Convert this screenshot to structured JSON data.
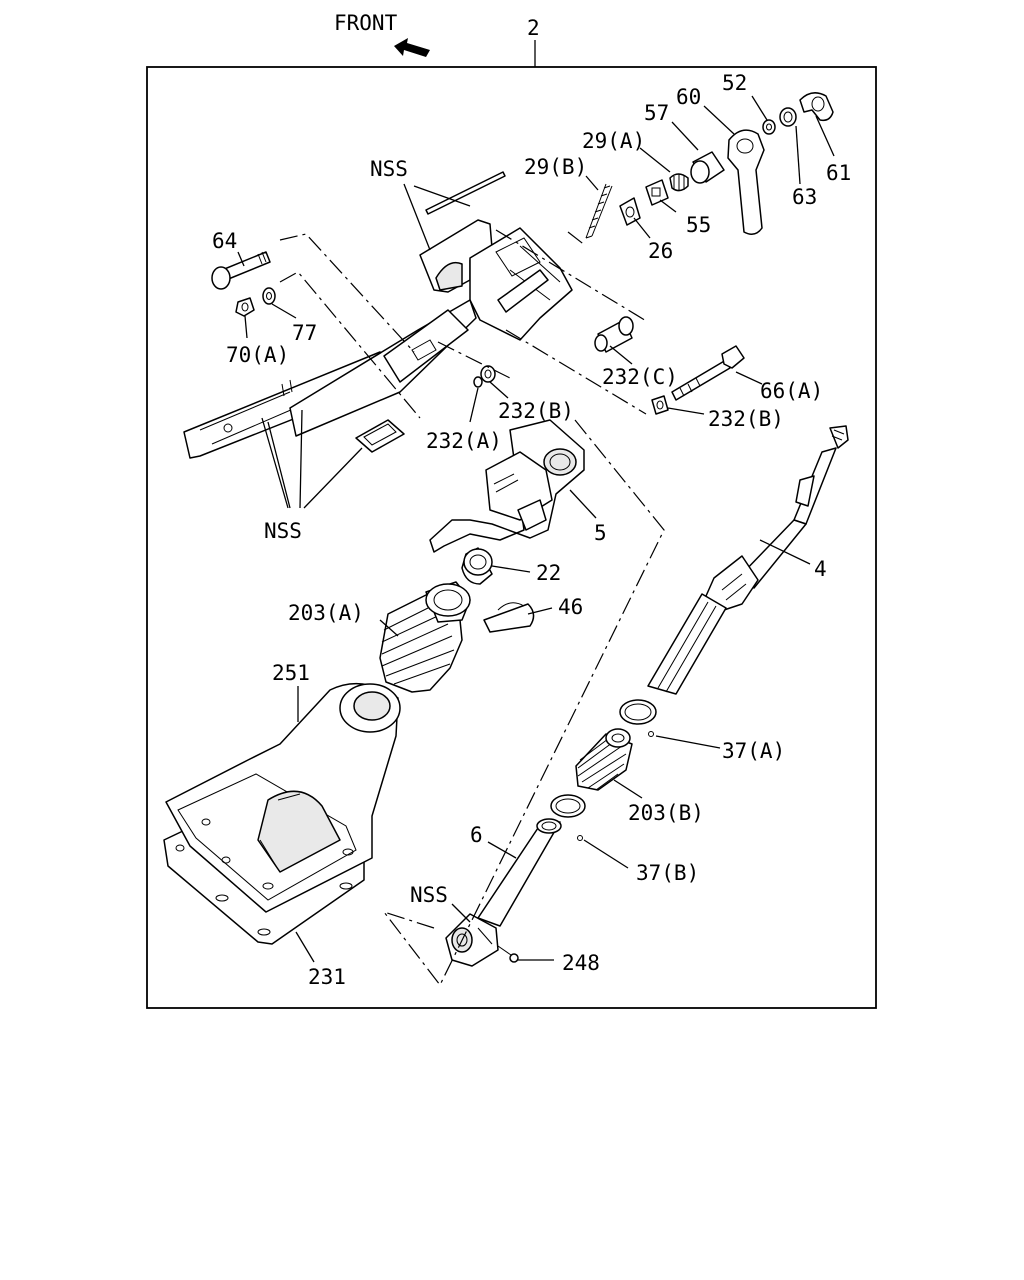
{
  "header": {
    "front_label": "FRONT",
    "assembly_number": "2"
  },
  "labels": {
    "p52": "52",
    "p60": "60",
    "p57": "57",
    "p29a": "29(A)",
    "p29b": "29(B)",
    "p61": "61",
    "p63": "63",
    "p55": "55",
    "p26": "26",
    "nss_top": "NSS",
    "p64": "64",
    "p77": "77",
    "p70a": "70(A)",
    "p232c": "232(C)",
    "p66a": "66(A)",
    "p232b_right": "232(B)",
    "p232b": "232(B)",
    "p232a": "232(A)",
    "nss_left": "NSS",
    "p5": "5",
    "p22": "22",
    "p46": "46",
    "p203a": "203(A)",
    "p4": "4",
    "p251": "251",
    "p37a": "37(A)",
    "p203b": "203(B)",
    "p6": "6",
    "p37b": "37(B)",
    "nss_bottom": "NSS",
    "p248": "248",
    "p231": "231"
  }
}
